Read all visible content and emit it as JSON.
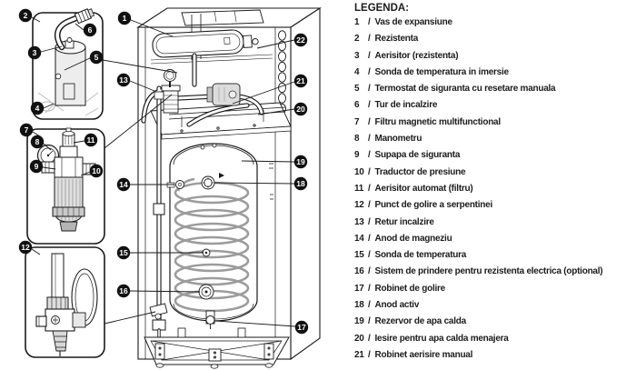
{
  "legend": {
    "title": "LEGENDA:",
    "slash": "/",
    "items": [
      {
        "num": "1",
        "label": "Vas de expansiune"
      },
      {
        "num": "2",
        "label": "Rezistenta"
      },
      {
        "num": "3",
        "label": "Aerisitor (rezistenta)"
      },
      {
        "num": "4",
        "label": "Sonda de temperatura in imersie"
      },
      {
        "num": "5",
        "label": "Termostat de siguranta cu resetare manuala"
      },
      {
        "num": "6",
        "label": "Tur de incalzire"
      },
      {
        "num": "7",
        "label": "Filtru magnetic multifunctional"
      },
      {
        "num": "8",
        "label": "Manometru"
      },
      {
        "num": "9",
        "label": "Supapa de siguranta"
      },
      {
        "num": "10",
        "label": "Traductor de presiune"
      },
      {
        "num": "11",
        "label": "Aerisitor automat (filtru)"
      },
      {
        "num": "12",
        "label": "Punct de golire a serpentinei"
      },
      {
        "num": "13",
        "label": "Retur incalzire"
      },
      {
        "num": "14",
        "label": "Anod de magneziu"
      },
      {
        "num": "15",
        "label": "Sonda de temperatura"
      },
      {
        "num": "16",
        "label": "Sistem de prindere pentru rezistenta electrica (optional)"
      },
      {
        "num": "17",
        "label": "Robinet de golire"
      },
      {
        "num": "18",
        "label": "Anod activ"
      },
      {
        "num": "19",
        "label": "Rezervor de apa calda"
      },
      {
        "num": "20",
        "label": "Iesire pentru apa calda menajera"
      },
      {
        "num": "21",
        "label": "Robinet aerisire manual"
      }
    ]
  },
  "diagram": {
    "callouts": [
      {
        "n": "1"
      },
      {
        "n": "22"
      },
      {
        "n": "13"
      },
      {
        "n": "21"
      },
      {
        "n": "20"
      },
      {
        "n": "19"
      },
      {
        "n": "18"
      },
      {
        "n": "14"
      },
      {
        "n": "15"
      },
      {
        "n": "16"
      },
      {
        "n": "17"
      },
      {
        "n": "2"
      },
      {
        "n": "6"
      },
      {
        "n": "3"
      },
      {
        "n": "5"
      },
      {
        "n": "4"
      },
      {
        "n": "7"
      },
      {
        "n": "8"
      },
      {
        "n": "11"
      },
      {
        "n": "9"
      },
      {
        "n": "10"
      },
      {
        "n": "12"
      }
    ]
  },
  "colors": {
    "ink": "#1a1a1a",
    "coil": "#9c9c9c",
    "text": "#1c1c1c"
  }
}
